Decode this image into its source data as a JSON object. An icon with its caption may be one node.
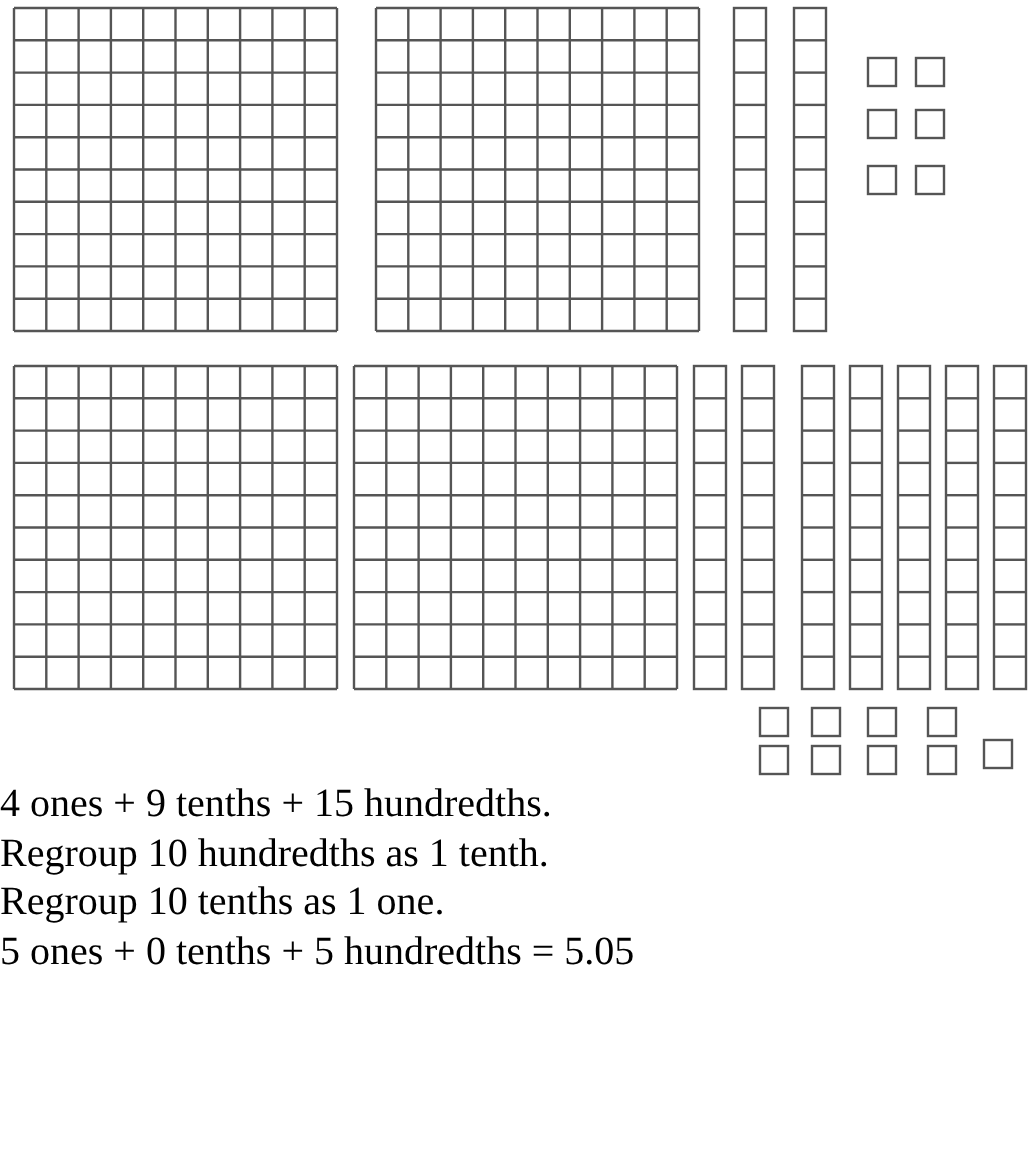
{
  "diagram": {
    "labels": [
      "4 ones + 9 tenths + 15 hundredths.",
      "Regroup 10 hundredths as 1 tenth.",
      "Regroup 10 tenths as 1 one.",
      "5 ones + 0 tenths + 5 hundredths = 5.05"
    ]
  }
}
